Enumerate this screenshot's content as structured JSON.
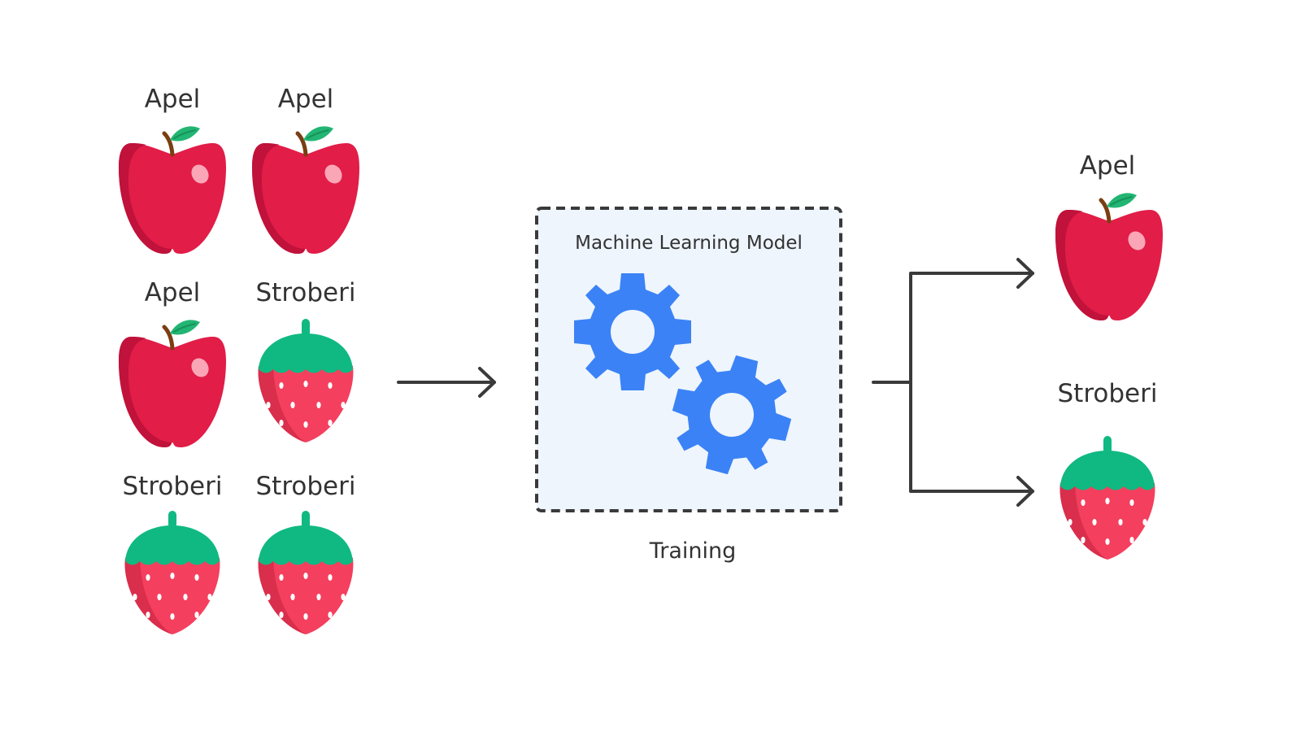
{
  "training_samples": [
    {
      "label": "Apel",
      "fruit": "apple-icon"
    },
    {
      "label": "Apel",
      "fruit": "apple-icon"
    },
    {
      "label": "Apel",
      "fruit": "apple-icon"
    },
    {
      "label": "Stroberi",
      "fruit": "strawberry-icon"
    },
    {
      "label": "Stroberi",
      "fruit": "strawberry-icon"
    },
    {
      "label": "Stroberi",
      "fruit": "strawberry-icon"
    }
  ],
  "model": {
    "title": "Machine Learning Model",
    "caption": "Training",
    "icon": "gears-icon"
  },
  "outputs": [
    {
      "label": "Apel",
      "fruit": "apple-icon"
    },
    {
      "label": "Stroberi",
      "fruit": "strawberry-icon"
    }
  ],
  "colors": {
    "apple_red": "#E11D48",
    "apple_shadow": "#C0123A",
    "leaf_green": "#22B573",
    "stem_brown": "#7A3E12",
    "strawberry_red": "#F43F5E",
    "strawberry_shadow": "#D92E4C",
    "calyx_green": "#10B981",
    "gear_blue": "#3B82F6",
    "box_fill": "#EEF5FD",
    "box_border": "#3A3A3A",
    "text": "#333333"
  }
}
